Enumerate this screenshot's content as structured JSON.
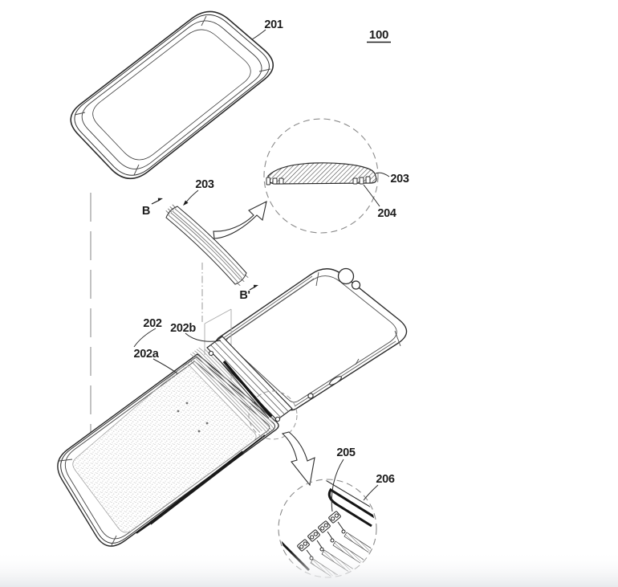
{
  "figure": {
    "number": "100",
    "type": "patent-exploded-view-foldable-phone",
    "colors": {
      "background": "#ffffff",
      "line": "#2b2b2b",
      "light_line": "#a0a0a0",
      "stipple_dot": "#b0b0b0",
      "bottom_fade": "#e8eaed"
    },
    "labels": {
      "fig": "100",
      "cover": "201",
      "assembly": "202",
      "assembly_a": "202a",
      "assembly_b": "202b",
      "strip": "203",
      "strip_detail": "203",
      "foot": "204",
      "link": "205",
      "edge": "206",
      "section_start": "B",
      "section_end": "B'"
    }
  }
}
